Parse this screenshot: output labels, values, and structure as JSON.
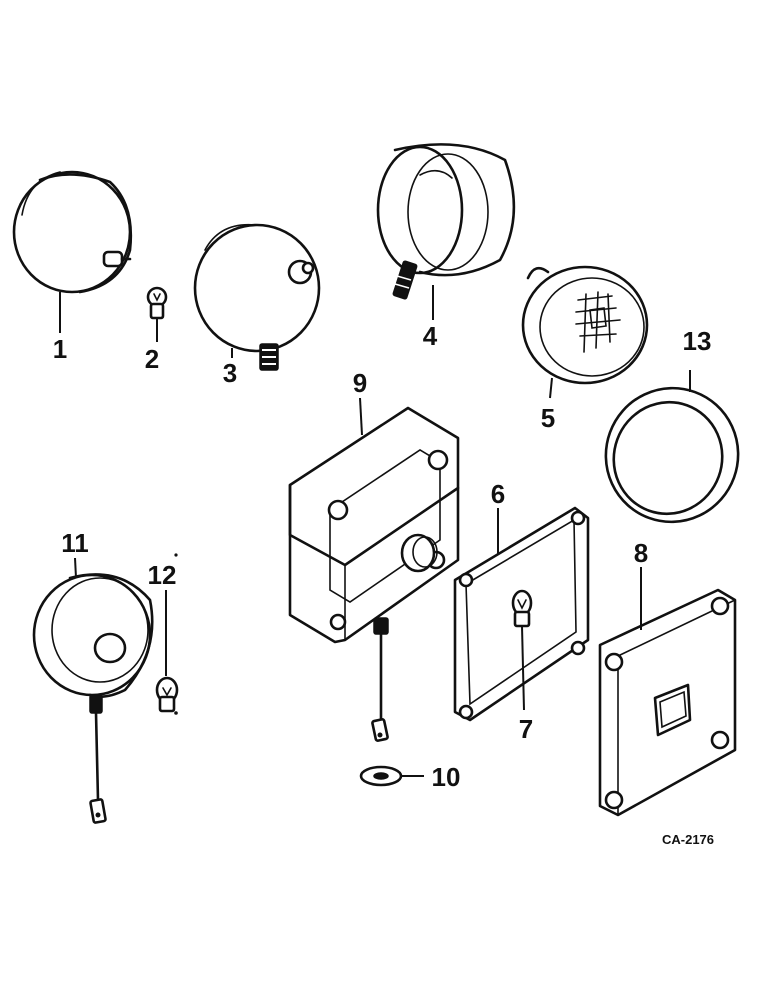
{
  "callouts": {
    "p1": "1",
    "p2": "2",
    "p3": "3",
    "p4": "4",
    "p5": "5",
    "p6": "6",
    "p7": "7",
    "p8": "8",
    "p9": "9",
    "p10": "10",
    "p11": "11",
    "p12": "12",
    "p13": "13"
  },
  "drawing_code": "CA-2176"
}
